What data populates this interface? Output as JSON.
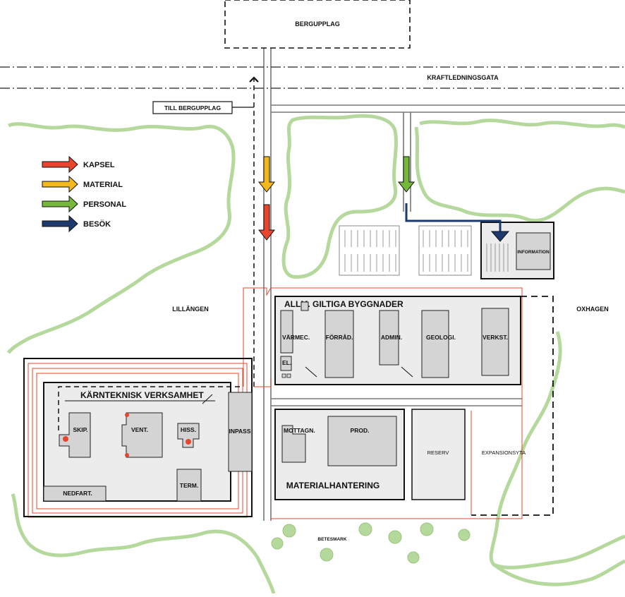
{
  "labels": {
    "bergupplag": "BERGUPPLAG",
    "kraftledningsgata": "KRAFTLEDNINGSGATA",
    "till_bergupplag": "TILL BERGUPPLAG",
    "lillangen": "LILLÄNGEN",
    "oxhagen": "OXHAGEN",
    "betesmark": "BETESMARK",
    "allm": "ALLM. GILTIGA BYGGNADER",
    "varmec": "VÄRMEC.",
    "forrad": "FÖRRÅD.",
    "admin": "ADMIN.",
    "geologi": "GEOLOGI.",
    "verkst": "VERKST.",
    "el": "EL.",
    "information": "INFORMATION",
    "karnteknisk": "KÄRNTEKNISK VERKSAMHET",
    "skip": "SKIP.",
    "vent": "VENT.",
    "hiss": "HISS.",
    "inpass": "INPASS",
    "term": "TERM.",
    "nedfart": "NEDFART.",
    "mottagn": "MOTTAGN.",
    "prod": "PROD.",
    "materialhantering": "MATERIALHANTERING",
    "reserv": "RESERV",
    "expansionsyta": "EXPANSIONSYTA"
  },
  "legend": [
    {
      "label": "KAPSEL",
      "color": "#e8452c"
    },
    {
      "label": "MATERIAL",
      "color": "#f5b81c"
    },
    {
      "label": "PERSONAL",
      "color": "#76b83a"
    },
    {
      "label": "BESÖK",
      "color": "#1c3a6e"
    }
  ],
  "colors": {
    "vegetation": "#b5d99c",
    "red_line": "#e8452c",
    "building_fill": "#d4d4d4",
    "site_fill": "#ececec"
  }
}
